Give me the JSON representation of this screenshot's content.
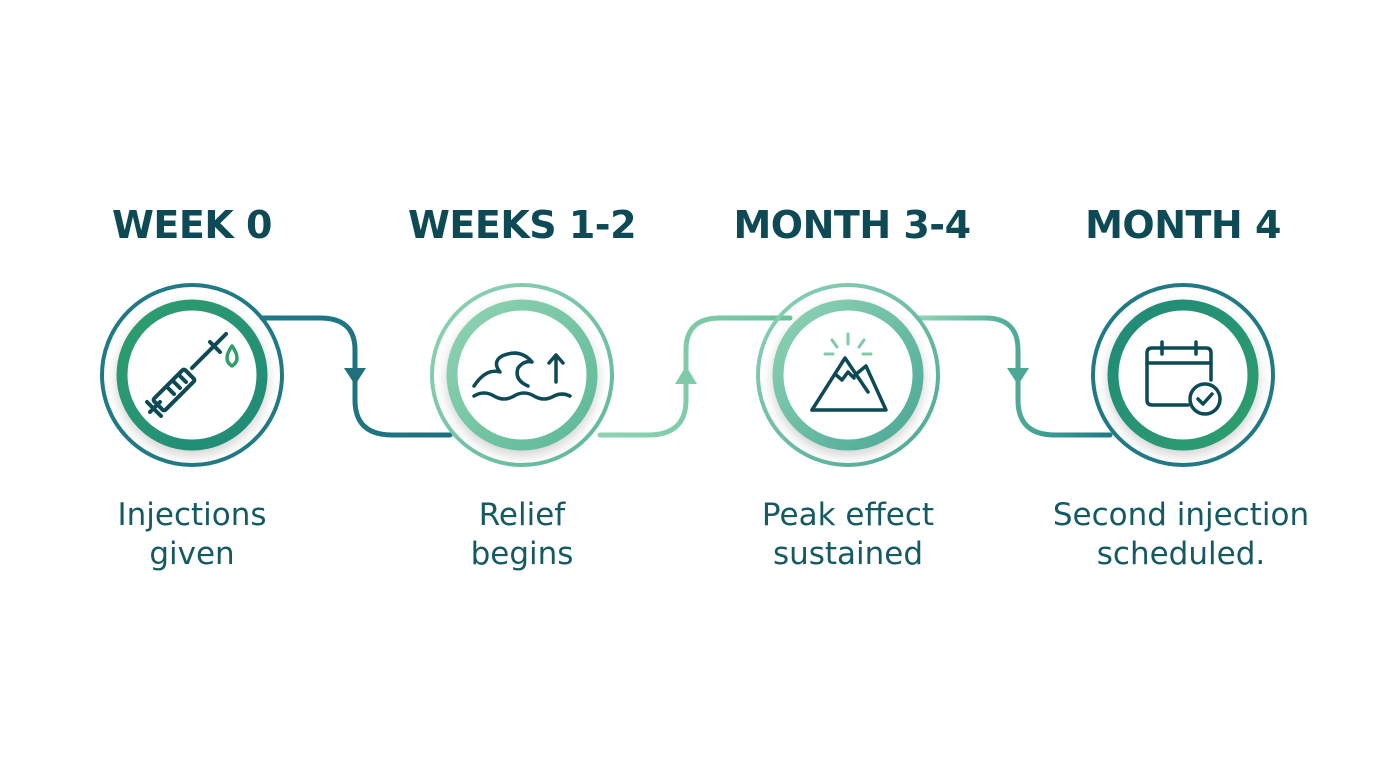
{
  "steps": [
    {
      "title": "WEEK 0",
      "caption_line1": "Injections",
      "caption_line2": "given",
      "icon": "syringe-icon"
    },
    {
      "title": "WEEKS 1-2",
      "caption_line1": "Relief",
      "caption_line2": "begins",
      "icon": "wave-rising-icon"
    },
    {
      "title": "MONTH 3-4",
      "caption_line1": "Peak effect",
      "caption_line2": "sustained",
      "icon": "mountain-peak-icon"
    },
    {
      "title": "MONTH 4",
      "caption_line1": "Second injection",
      "caption_line2": "scheduled.",
      "icon": "calendar-check-icon"
    }
  ],
  "colors": {
    "dark_teal": "#0d4a55",
    "teal": "#1f7a86",
    "green": "#2f9e6e",
    "mint": "#7fcaa8",
    "text": "#155a63"
  }
}
